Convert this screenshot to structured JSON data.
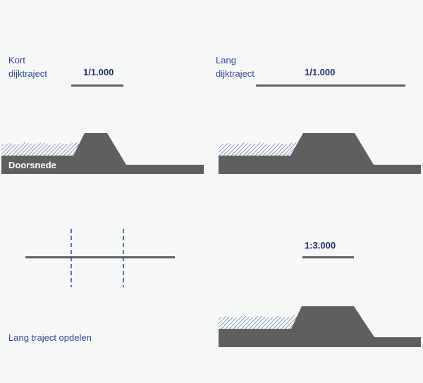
{
  "labels": {
    "short_line1": "Kort",
    "short_line2": "dijktraject",
    "long_line1": "Lang",
    "long_line2": "dijktraject",
    "scale_short": "1/1.000",
    "scale_long": "1/1.000",
    "cross_section": "Doorsnede",
    "split_caption": "Lang traject opdelen",
    "scale_split": "1:3.000"
  },
  "colors": {
    "dike": "#5f5f5f",
    "water_hatch": "#2e4a8c",
    "text": "#2e4a8c",
    "background": "#f6f8f8"
  }
}
